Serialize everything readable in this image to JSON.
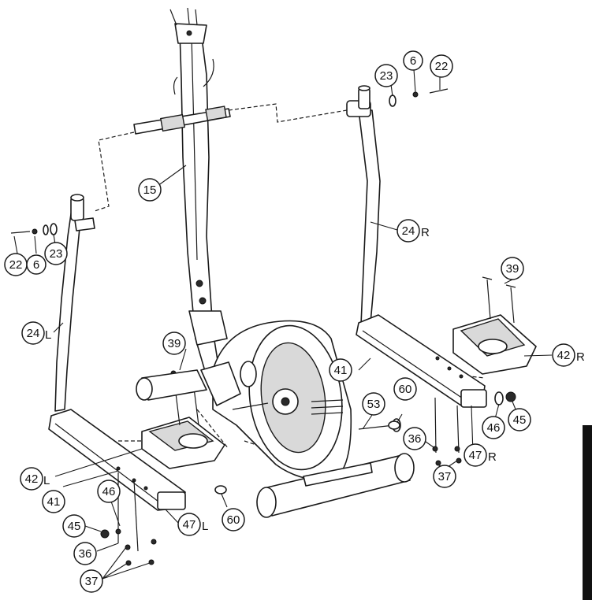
{
  "callouts": [
    {
      "num": "6",
      "side": ""
    },
    {
      "num": "15",
      "side": ""
    },
    {
      "num": "22",
      "side": ""
    },
    {
      "num": "23",
      "side": ""
    },
    {
      "num": "24",
      "side": "L"
    },
    {
      "num": "24",
      "side": "R"
    },
    {
      "num": "36",
      "side": ""
    },
    {
      "num": "37",
      "side": ""
    },
    {
      "num": "39",
      "side": ""
    },
    {
      "num": "41",
      "side": ""
    },
    {
      "num": "42",
      "side": "L"
    },
    {
      "num": "42",
      "side": "R"
    },
    {
      "num": "45",
      "side": ""
    },
    {
      "num": "46",
      "side": ""
    },
    {
      "num": "47",
      "side": "L"
    },
    {
      "num": "47",
      "side": "R"
    },
    {
      "num": "53",
      "side": ""
    },
    {
      "num": "60",
      "side": ""
    }
  ],
  "colors": {
    "line": "#1a1a1a",
    "fill": "#ffffff",
    "shade": "#d9d9d9",
    "tab": "#111111"
  }
}
